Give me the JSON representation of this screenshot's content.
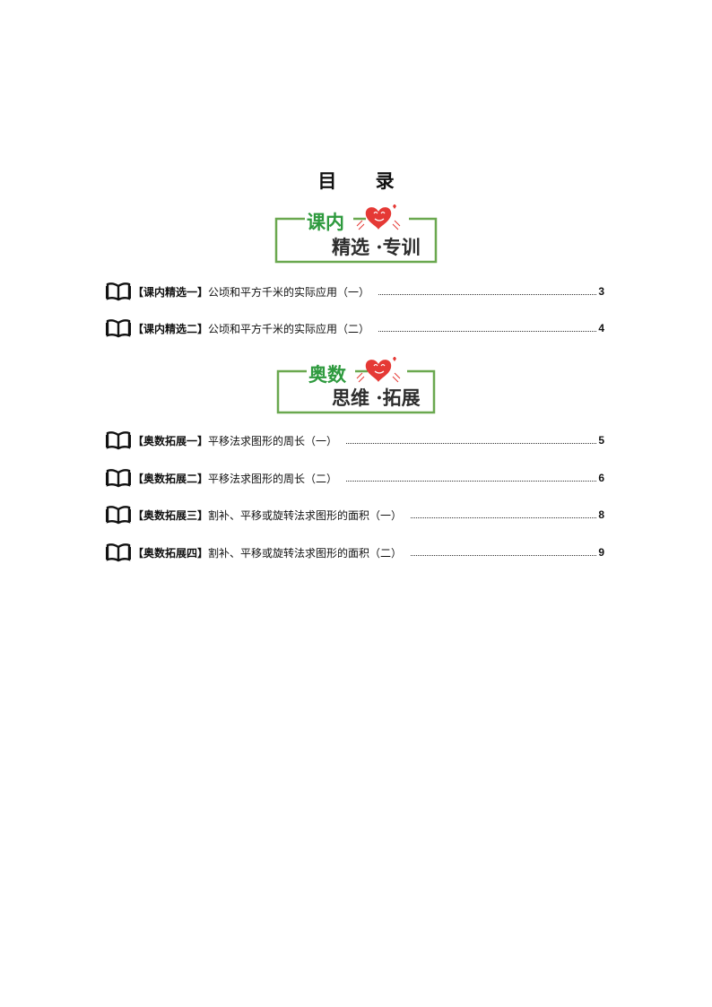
{
  "page_title": "目 录",
  "banners": [
    {
      "top_text": "课内",
      "bottom_text": "精选 ·专训"
    },
    {
      "top_text": "奥数",
      "bottom_text": "思维 ·拓展"
    }
  ],
  "colors": {
    "frame": "#6aa84f",
    "top_text": "#2e9a3e",
    "bottom_text": "#2d2d2d",
    "heart": "#e53935"
  },
  "entries": [
    {
      "tag": "【课内精选一】",
      "title": "公顷和平方千米的实际应用（一）",
      "page": "3"
    },
    {
      "tag": "【课内精选二】",
      "title": "公顷和平方千米的实际应用（二）",
      "page": "4"
    },
    {
      "tag": "【奥数拓展一】",
      "title": "平移法求图形的周长（一）",
      "page": "5"
    },
    {
      "tag": "【奥数拓展二】",
      "title": "平移法求图形的周长（二）",
      "page": "6"
    },
    {
      "tag": "【奥数拓展三】",
      "title": "割补、平移或旋转法求图形的面积（一）",
      "page": "8"
    },
    {
      "tag": "【奥数拓展四】",
      "title": "割补、平移或旋转法求图形的面积（二）",
      "page": "9"
    }
  ]
}
